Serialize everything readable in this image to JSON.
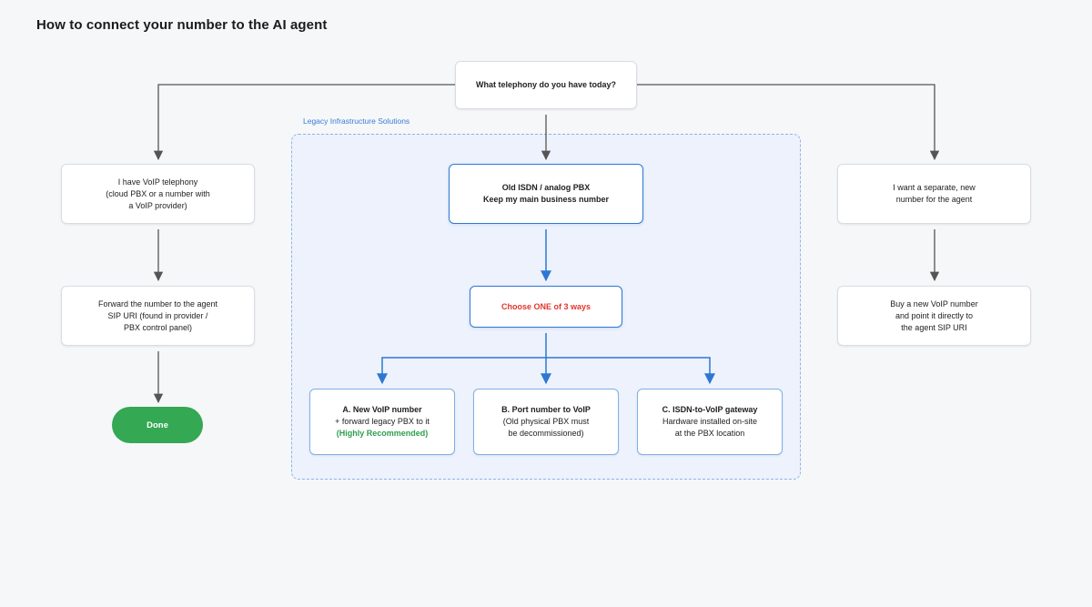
{
  "title": "How to connect your number to the AI agent",
  "group_label": "Legacy Infrastructure Solutions",
  "nodes": {
    "question": [
      "What telephony do you have today?"
    ],
    "voip": [
      "I have VoIP telephony",
      "(cloud PBX or a number with",
      "a VoIP provider)"
    ],
    "forward": [
      "Forward the number to the agent",
      "SIP URI (found in provider /",
      "PBX control panel)"
    ],
    "done": "Done",
    "isdn": [
      "Old ISDN / analog PBX",
      "Keep my main business number"
    ],
    "choose": "Choose ONE of 3 ways",
    "option_a": [
      "A. New VoIP number",
      "+ forward legacy PBX to it",
      "(Highly Recommended)"
    ],
    "option_b": [
      "B. Port number to VoIP",
      "(Old physical PBX must",
      "be decommissioned)"
    ],
    "option_c": [
      "C. ISDN-to-VoIP gateway",
      "Hardware installed on-site",
      "at the PBX location"
    ],
    "separate": [
      "I want a separate, new",
      "number for the agent"
    ],
    "buy": [
      "Buy a new VoIP number",
      "and point it directly to",
      "the agent SIP URI"
    ]
  },
  "colors": {
    "background": "#f6f7f9",
    "accent_blue": "#2f78d2",
    "group_fill": "#edf2fc",
    "group_border": "#8cb4ea",
    "gray_arrow": "#555555",
    "red_text": "#e0362c",
    "green_text": "#2e9e4c",
    "done_button": "#34a853"
  }
}
